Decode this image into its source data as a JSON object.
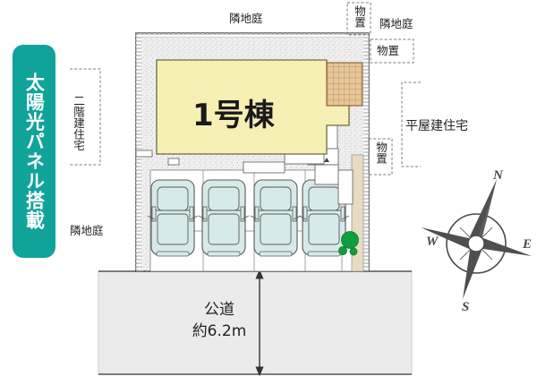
{
  "badge": {
    "text": "太陽光パネル搭載",
    "color": "#10a39a",
    "text_color": "#ffffff"
  },
  "site_plan": {
    "building_label": "1号棟",
    "building_fill": "#f6f0b4",
    "gravel_fill": "#efefef",
    "car_fill": "#d6ebe9",
    "deck_fill": "#e2c49a",
    "tree_color": "#0f9d3e",
    "road_fill": "#ebebeb",
    "cars_count": 4
  },
  "labels": {
    "left_house_type": "二階建住宅",
    "left_neighbor_garden": "隣地庭",
    "top_neighbor_garden": "隣地庭",
    "top_storage": "物置",
    "right_neighbor_garden": "隣地庭",
    "right_storage_upper": "物置",
    "right_storage_lower": "物置",
    "right_house_type": "平屋建住宅"
  },
  "road": {
    "name": "公道",
    "width": "約6.2m"
  },
  "compass": {
    "north": "N",
    "east": "E",
    "south": "S",
    "west": "W"
  }
}
